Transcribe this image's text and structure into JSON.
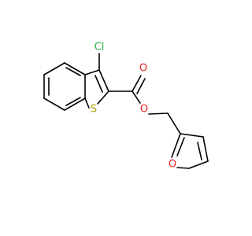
{
  "atoms": {
    "chlorine": "Cl",
    "sulfur": "S",
    "carbonyl_oxygen": "O",
    "ester_oxygen": "O",
    "furan_oxygen": "O"
  },
  "colors": {
    "bond": "#000000",
    "chlorine": "#22b14c",
    "sulfur": "#b8a400",
    "oxygen": "#e8261f"
  }
}
